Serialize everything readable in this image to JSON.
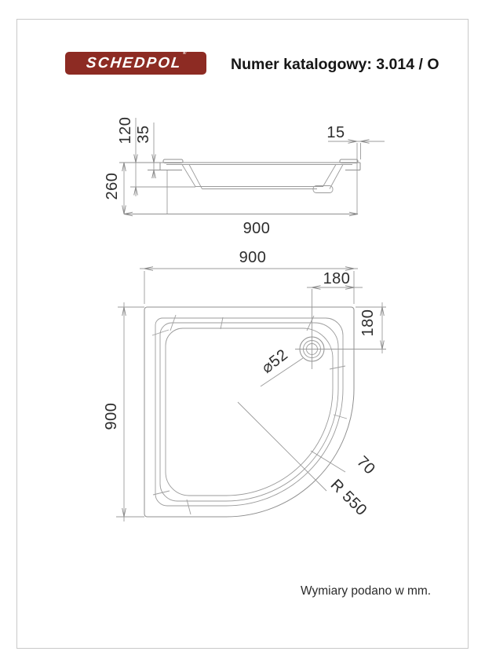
{
  "header": {
    "logo_text": "SCHEDPOL",
    "logo_reg": "®",
    "catalog_label": "Numer katalogowy: 3.014 / O"
  },
  "side_view": {
    "height_total": "260",
    "height_tray": "120",
    "height_rim": "35",
    "lip_overhang": "15",
    "width": "900"
  },
  "top_view": {
    "width": "900",
    "depth": "900",
    "drain_offset_x": "180",
    "drain_offset_y": "180",
    "drain_diameter": "⌀52",
    "rim_width": "70",
    "front_radius": "R 550"
  },
  "footer": {
    "note": "Wymiary podano w mm."
  },
  "colors": {
    "logo_background": "#8d2b23",
    "logo_text": "#ffffff",
    "drawing_lines": "#8f8f8f",
    "dimension_text": "#2d2d2d",
    "frame_border": "#c9c9c9"
  },
  "units": "mm"
}
